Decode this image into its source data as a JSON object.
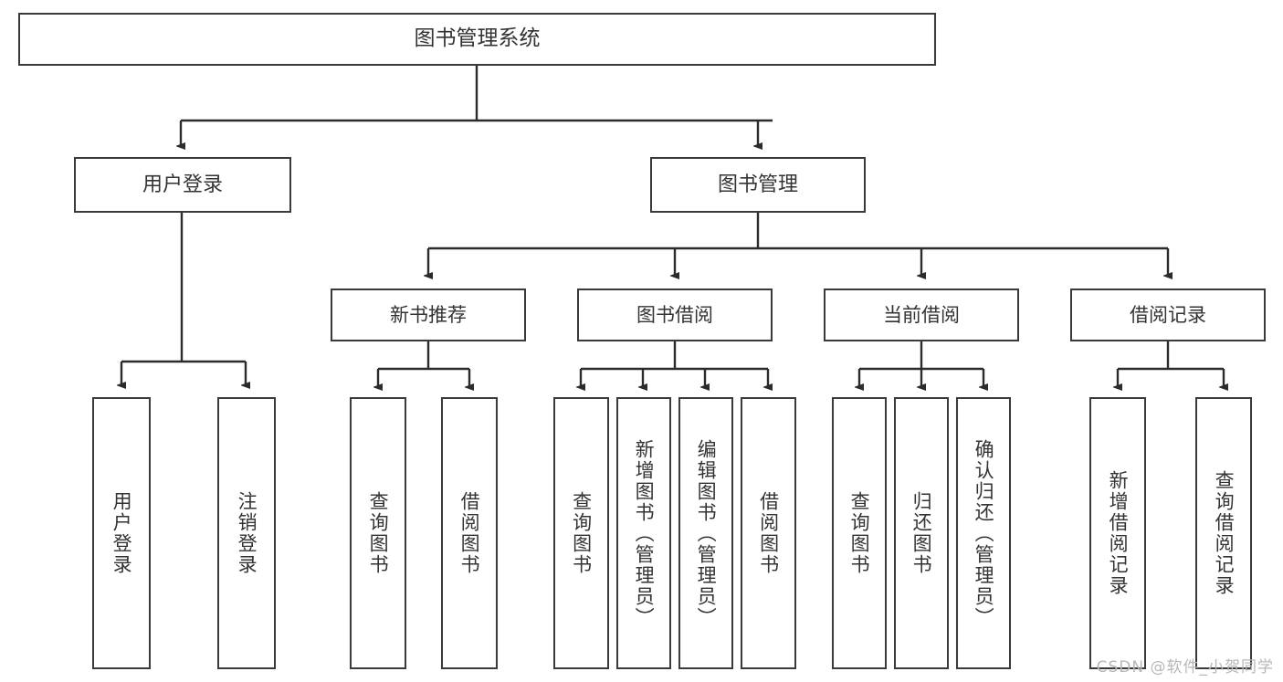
{
  "diagram": {
    "title": "图书管理系统",
    "type": "tree",
    "watermark": "CSDN @软件_小贺同学",
    "colors": {
      "box_border": "#3a3a3a",
      "box_fill": "#ffffff",
      "text": "#333333",
      "connector": "#2b2b2b",
      "watermark": "#b7b7b7",
      "background": "#ffffff"
    },
    "root": {
      "label": "图书管理系统"
    },
    "level1": [
      {
        "label": "用户登录"
      },
      {
        "label": "图书管理"
      }
    ],
    "level2": [
      {
        "label": "新书推荐"
      },
      {
        "label": "图书借阅"
      },
      {
        "label": "当前借阅"
      },
      {
        "label": "借阅记录"
      }
    ],
    "leaves": {
      "user_login": [
        {
          "label": "用户登录"
        },
        {
          "label": "注销登录"
        }
      ],
      "new_book_recommend": [
        {
          "label": "查询图书"
        },
        {
          "label": "借阅图书"
        }
      ],
      "book_borrow": [
        {
          "label": "查询图书"
        },
        {
          "label": "新增图书（管理员）"
        },
        {
          "label": "编辑图书（管理员）"
        },
        {
          "label": "借阅图书"
        }
      ],
      "current_borrow": [
        {
          "label": "查询图书"
        },
        {
          "label": "归还图书"
        },
        {
          "label": "确认归还（管理员）"
        }
      ],
      "borrow_record": [
        {
          "label": "新增借阅记录"
        },
        {
          "label": "查询借阅记录"
        }
      ]
    }
  }
}
